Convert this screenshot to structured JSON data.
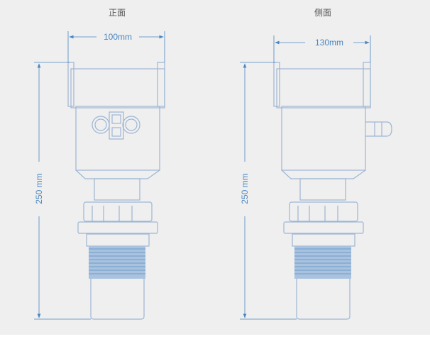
{
  "front_view": {
    "title": "正面",
    "width_label": "100mm",
    "height_label": "250 mm"
  },
  "side_view": {
    "title": "侧面",
    "width_label": "130mm",
    "height_label": "250 mm"
  },
  "colors": {
    "line": "#9db6d3",
    "dimension": "#4a86c0",
    "background": "#efefef"
  }
}
